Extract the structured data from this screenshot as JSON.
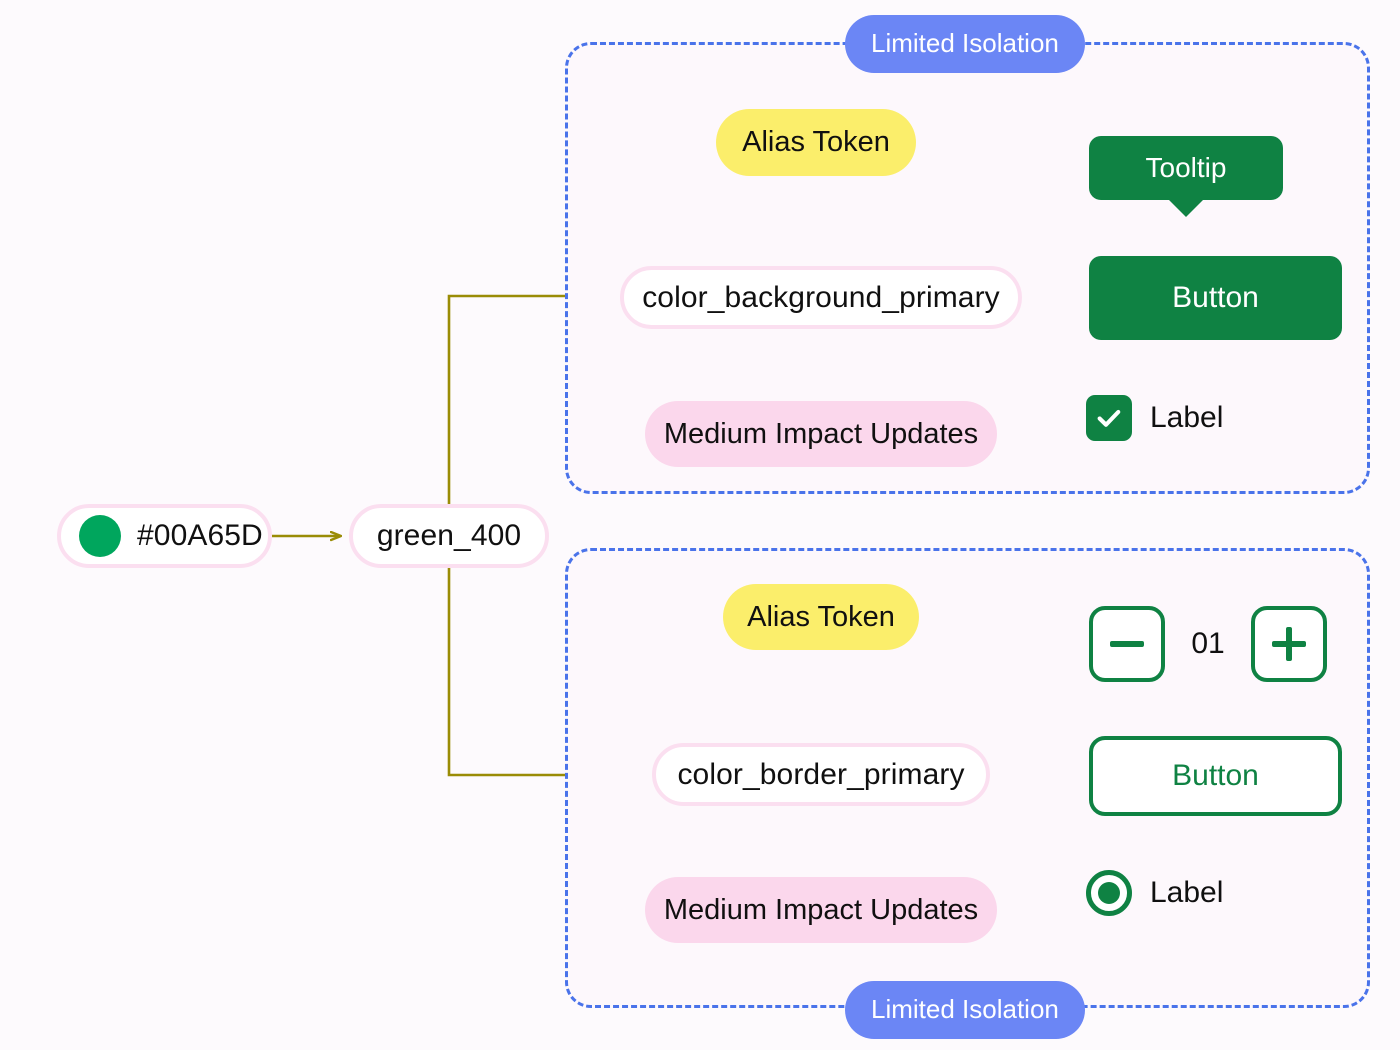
{
  "canvas": {
    "background": "#fdfafd",
    "accent_green": "#0f8243",
    "swatch_green": "#00a65d",
    "wire_olive": "#9a8c06",
    "wire_blue": "#2f54d8",
    "isolation_blue": "#6b86f5",
    "dash_blue": "#4a73ea",
    "alias_yellow": "#fbee6b",
    "impact_pink": "#fbd7ec",
    "pill_border_pink": "#fbdff0"
  },
  "source": {
    "swatch_label": "#00A65D",
    "swatch_color": "#00A65D",
    "token_label": "green_400"
  },
  "groups": [
    {
      "id": "background-group",
      "badge": "Limited Isolation",
      "badge_position": "top",
      "token": "color_background_primary",
      "alias_label": "Alias Token",
      "impact_label": "Medium Impact Updates",
      "components": [
        {
          "type": "tooltip",
          "label": "Tooltip",
          "style": "filled"
        },
        {
          "type": "button",
          "label": "Button",
          "style": "filled"
        },
        {
          "type": "checkbox",
          "label": "Label",
          "checked": true
        }
      ]
    },
    {
      "id": "border-group",
      "badge": "Limited Isolation",
      "badge_position": "bottom",
      "token": "color_border_primary",
      "alias_label": "Alias Token",
      "impact_label": "Medium Impact Updates",
      "components": [
        {
          "type": "stepper",
          "minus": "minus-icon",
          "value": "01",
          "plus": "plus-icon"
        },
        {
          "type": "button",
          "label": "Button",
          "style": "outline"
        },
        {
          "type": "radio",
          "label": "Label",
          "selected": true
        }
      ]
    }
  ]
}
